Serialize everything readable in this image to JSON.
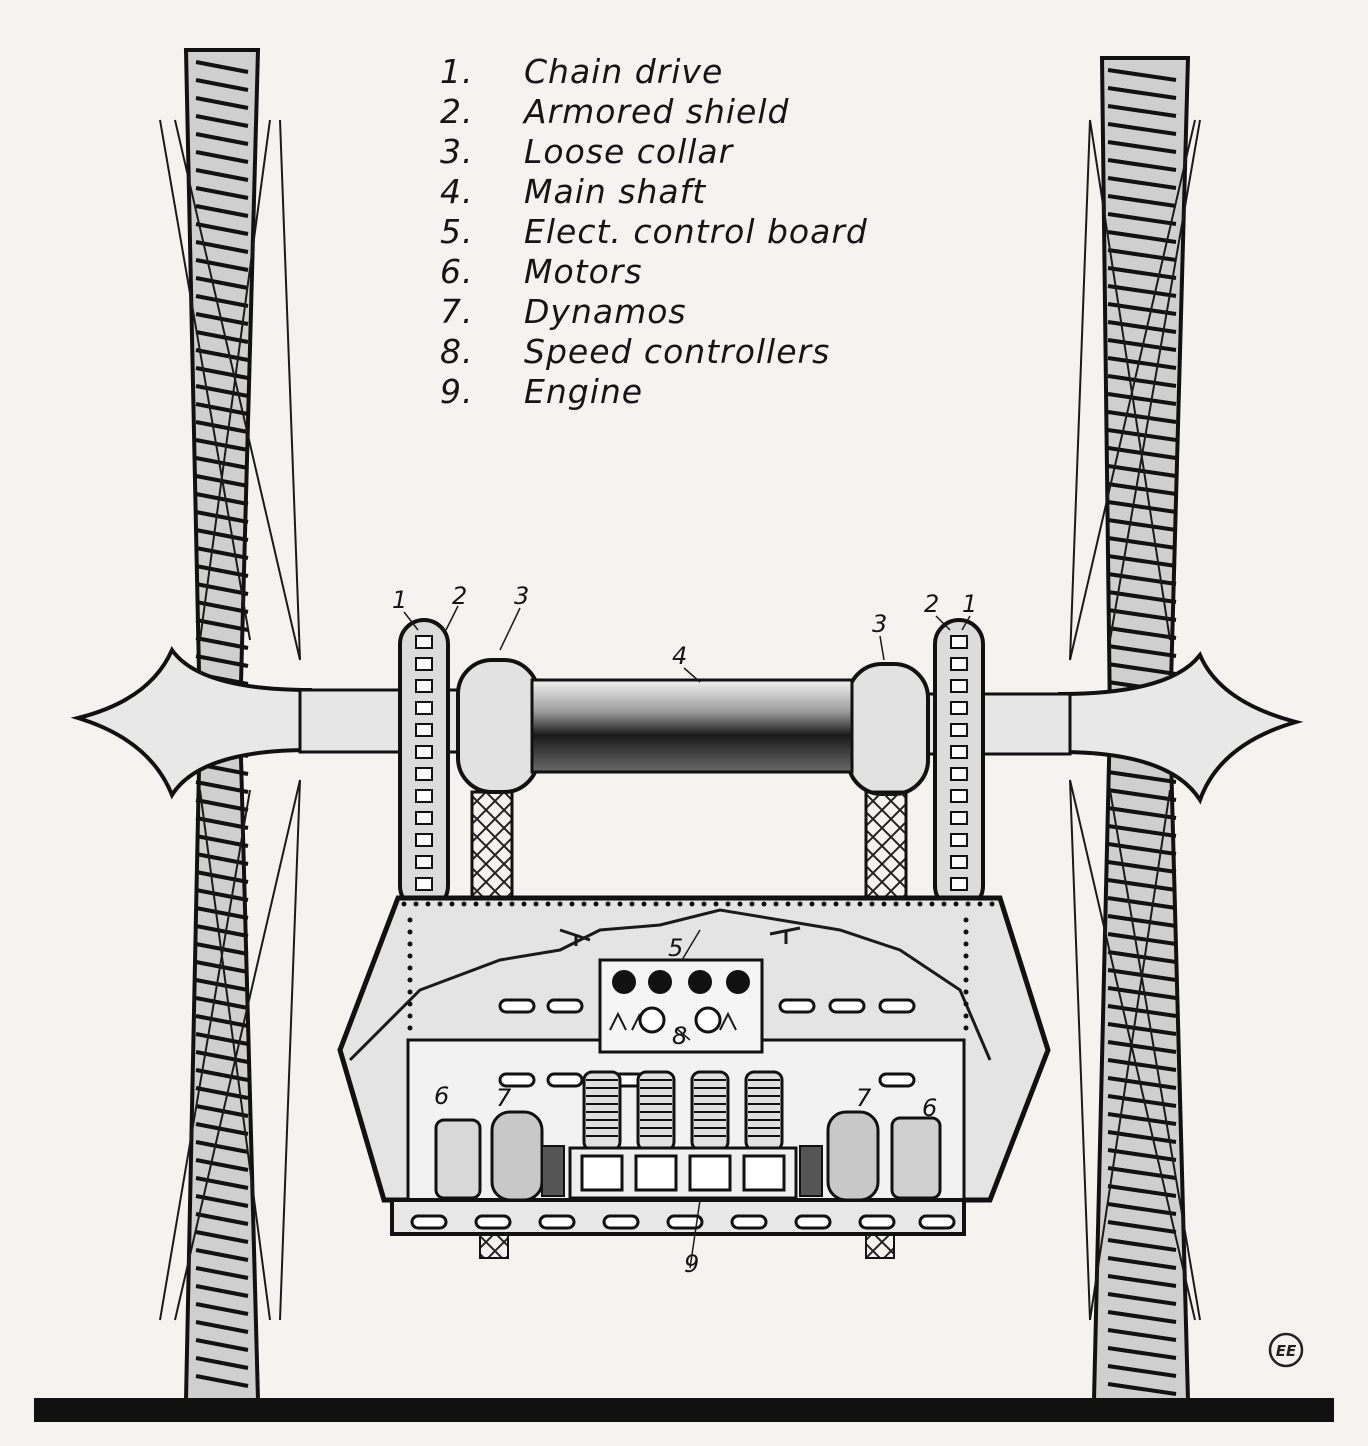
{
  "legend": {
    "items": [
      {
        "num": "1.",
        "label": "Chain drive"
      },
      {
        "num": "2.",
        "label": "Armored shield"
      },
      {
        "num": "3.",
        "label": "Loose collar"
      },
      {
        "num": "4.",
        "label": "Main shaft"
      },
      {
        "num": "5.",
        "label": "Elect. control board"
      },
      {
        "num": "6.",
        "label": "Motors"
      },
      {
        "num": "7.",
        "label": "Dynamos"
      },
      {
        "num": "8.",
        "label": "Speed controllers"
      },
      {
        "num": "9.",
        "label": "Engine"
      }
    ]
  },
  "callouts": {
    "c1_left": "1",
    "c2_left": "2",
    "c3_left": "3",
    "c4": "4",
    "c3_right": "3",
    "c2_right": "2",
    "c1_right": "1",
    "c5": "5",
    "c6_left": "6",
    "c7_left": "7",
    "c8": "8",
    "c7_right": "7",
    "c6_right": "6",
    "c9": "9"
  },
  "signature": "EE",
  "colors": {
    "ink": "#1a1a1a",
    "paper": "#f4f3ef"
  }
}
